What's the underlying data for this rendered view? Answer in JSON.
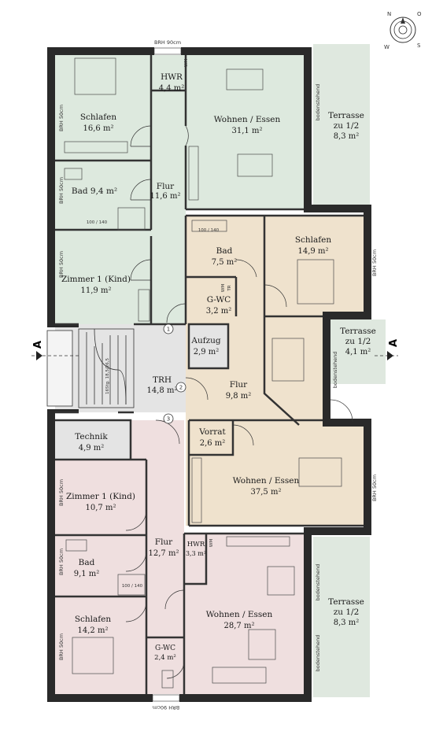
{
  "compass": {
    "n": "N",
    "o": "O",
    "s": "S",
    "w": "W"
  },
  "section_marker": "A",
  "colors": {
    "apartment_top": "#dde9de",
    "apartment_mid": "#efe2cd",
    "apartment_bottom": "#efdfdf",
    "circulation": "#e4e4e4",
    "terrace": "#dfe8df",
    "walls": "#2a2a2a"
  },
  "annotations": {
    "brh_top": "BRH 90cm",
    "brh_bottom": "BRH 90cm",
    "brh_50": "BRH 50cm",
    "bodenstehend": "bodenstehend",
    "window_100_140": "100 / 140",
    "stairs": "16Stg. 18,5/26,5",
    "wm": "WM",
    "tr": "TR",
    "stair_numbers": [
      "1",
      "2",
      "3"
    ]
  },
  "rooms": {
    "schlafen_top": {
      "name": "Schlafen",
      "area": "16,6 m²"
    },
    "hwr_top": {
      "name": "HWR",
      "area": "4,4 m²"
    },
    "wohnen_top": {
      "name": "Wohnen / Essen",
      "area": "31,1 m²"
    },
    "terrasse_top": {
      "name1": "Terrasse",
      "name2": "zu 1/2",
      "area": "8,3 m²"
    },
    "bad_top": {
      "name": "Bad 9,4 m²"
    },
    "flur_top": {
      "name": "Flur",
      "area": "11,6 m²"
    },
    "zimmer_top": {
      "name": "Zimmer 1 (Kind)",
      "area": "11,9 m²"
    },
    "bad_mid": {
      "name": "Bad",
      "area": "7,5 m²"
    },
    "schlafen_mid": {
      "name": "Schlafen",
      "area": "14,9 m²"
    },
    "gwc_mid": {
      "name": "G-WC",
      "area": "3,2 m²"
    },
    "aufzug": {
      "name": "Aufzug",
      "area": "2,9 m²"
    },
    "terrasse_mid": {
      "name1": "Terrasse",
      "name2": "zu 1/2",
      "area": "4,1 m²"
    },
    "trh": {
      "name": "TRH",
      "area": "14,8 m²"
    },
    "flur_mid": {
      "name": "Flur",
      "area": "9,8 m²"
    },
    "technik": {
      "name": "Technik",
      "area": "4,9 m²"
    },
    "vorrat": {
      "name": "Vorrat",
      "area": "2,6 m²"
    },
    "wohnen_mid": {
      "name": "Wohnen / Essen",
      "area": "37,5 m²"
    },
    "zimmer_bot": {
      "name": "Zimmer 1 (Kind)",
      "area": "10,7 m²"
    },
    "flur_bot": {
      "name": "Flur",
      "area": "12,7 m²"
    },
    "hwr_bot": {
      "name": "HWR",
      "area": "3,3 m²"
    },
    "bad_bot": {
      "name": "Bad",
      "area": "9,1 m²"
    },
    "terrasse_bot": {
      "name1": "Terrasse",
      "name2": "zu 1/2",
      "area": "8,3 m²"
    },
    "schlafen_bot": {
      "name": "Schlafen",
      "area": "14,2 m²"
    },
    "wohnen_bot": {
      "name": "Wohnen / Essen",
      "area": "28,7 m²"
    },
    "gwc_bot": {
      "name": "G-WC",
      "area": "2,4 m²"
    }
  }
}
